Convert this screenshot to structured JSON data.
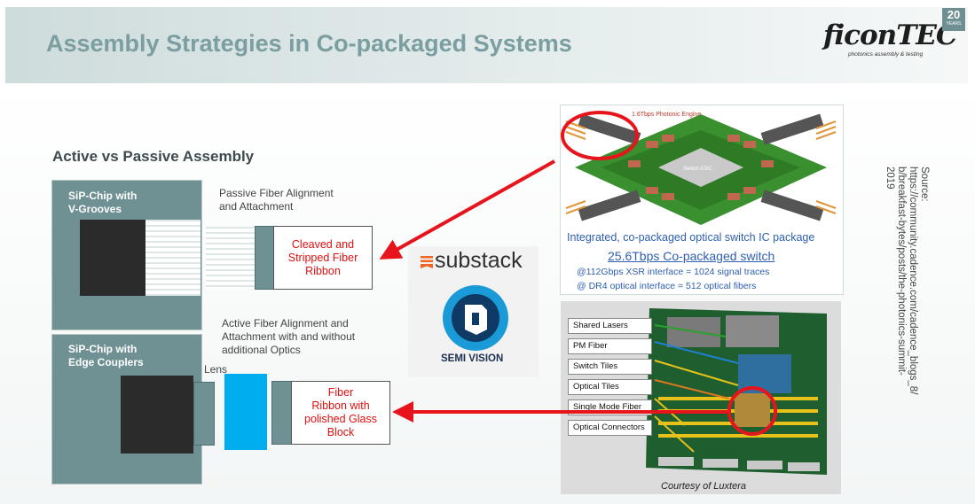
{
  "header": {
    "title": "Assembly Strategies in Co-packaged Systems",
    "logo_text": "ficonTEC",
    "logo_tagline": "photonics assembly & testing",
    "badge_number": "20",
    "badge_word": "YEARS"
  },
  "diagram": {
    "section_title": "Active vs Passive Assembly",
    "chip1_label_line1": "SiP-Chip with",
    "chip1_label_line2": "V-Grooves",
    "chip2_label_line1": "SiP-Chip with",
    "chip2_label_line2": "Edge Couplers",
    "passive_caption_line1": "Passive Fiber Alignment",
    "passive_caption_line2": "and Attachment",
    "active_caption_line1": "Active Fiber Alignment and",
    "active_caption_line2": "Attachment with and without",
    "active_caption_line3": "additional Optics",
    "lens_label": "Lens",
    "passive_box_line1": "Cleaved and",
    "passive_box_line2": "Stripped Fiber",
    "passive_box_line3": "Ribbon",
    "active_box_line1": "Fiber",
    "active_box_line2": "Ribbon with",
    "active_box_line3": "polished Glass",
    "active_box_line4": "Block"
  },
  "watermark": {
    "substack": "substack",
    "semi_vision": "SEMI VISION"
  },
  "package_image": {
    "engine_label": "1.6Tbps Photonic Engine",
    "asic_label": "Switch ASIC",
    "caption": "Integrated, co-packaged optical switch IC package",
    "switch_title": "25.6Tbps Co-packaged switch",
    "bullet1": "@112Gbps XSR interface = 1024 signal traces",
    "bullet2": "@ DR4 optical interface = 512 optical fibers"
  },
  "board_image": {
    "callouts": [
      "Shared Lasers",
      "PM Fiber",
      "Switch Tiles",
      "Optical Tiles",
      "Single Mode Fiber",
      "Optical Connectors"
    ],
    "courtesy": "Courtesy of Luxtera"
  },
  "source": {
    "line1": "Source:",
    "line2": "https://community.cadence.com/cadence_blogs_8/",
    "line3": "b/breakfast-bytes/posts/the-photonics-summit-",
    "line4": "2019"
  },
  "colors": {
    "teal": "#6f9193",
    "title_teal": "#7b9ea1",
    "red": "#e01010",
    "lens_blue": "#00adee",
    "package_blue": "#2e5fb0"
  }
}
